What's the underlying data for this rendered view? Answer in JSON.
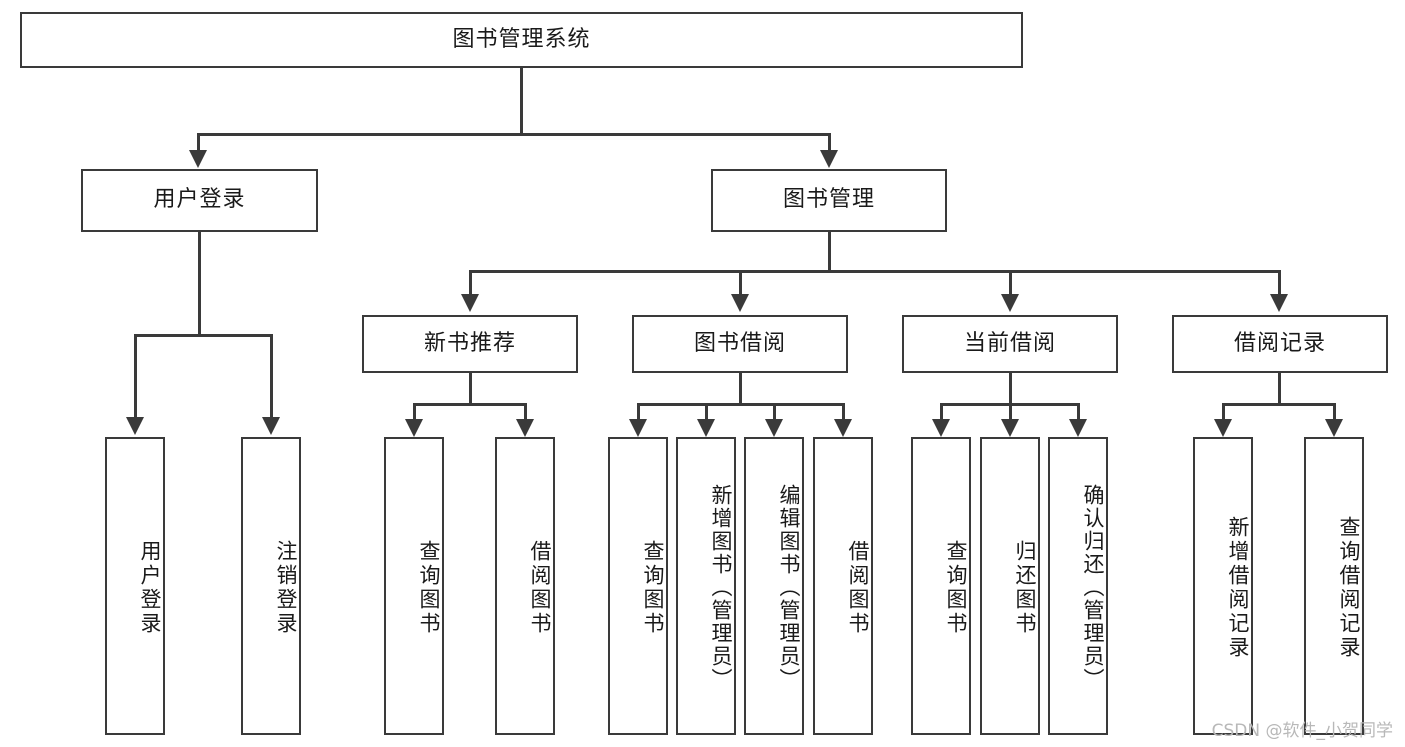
{
  "diagram": {
    "type": "tree",
    "title": "图书管理系统",
    "root": {
      "label": "图书管理系统"
    },
    "level2": [
      {
        "label": "用户登录"
      },
      {
        "label": "图书管理"
      }
    ],
    "level3": [
      {
        "label": "新书推荐"
      },
      {
        "label": "图书借阅"
      },
      {
        "label": "当前借阅"
      },
      {
        "label": "借阅记录"
      }
    ],
    "leaves": {
      "user_login": [
        {
          "label": "用户登录"
        },
        {
          "label": "注销登录"
        }
      ],
      "new_book_recommend": [
        {
          "label": "查询图书"
        },
        {
          "label": "借阅图书"
        }
      ],
      "book_borrow": [
        {
          "label": "查询图书"
        },
        {
          "label": "新增图书（管理员）"
        },
        {
          "label": "编辑图书（管理员）"
        },
        {
          "label": "借阅图书"
        }
      ],
      "current_borrow": [
        {
          "label": "查询图书"
        },
        {
          "label": "归还图书"
        },
        {
          "label": "确认归还（管理员）"
        }
      ],
      "borrow_record": [
        {
          "label": "新增借阅记录"
        },
        {
          "label": "查询借阅记录"
        }
      ]
    }
  },
  "watermark": {
    "text": "CSDN @软件_小贺同学"
  },
  "colors": {
    "stroke": "#3a3a3a",
    "background": "#ffffff",
    "text": "#1a1a1a",
    "watermark": "#b8b8b8"
  }
}
